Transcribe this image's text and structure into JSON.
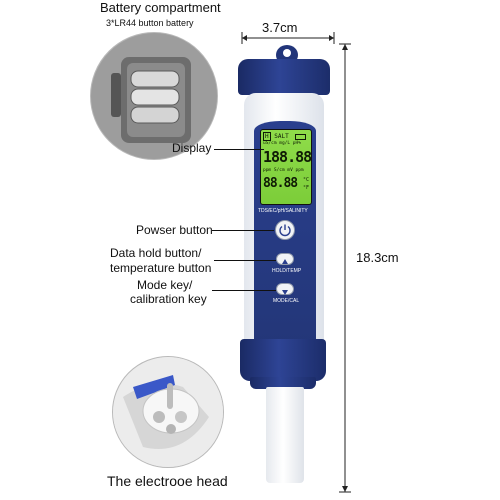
{
  "labels": {
    "battery_title": "Battery compartment",
    "battery_sub": "3*LR44 button battery",
    "width_dim": "3.7cm",
    "height_dim": "18.3cm",
    "display": "Display",
    "power_button": "Powser button",
    "data_hold_line1": "Data hold button/",
    "data_hold_line2": "temperature button",
    "mode_key_line1": "Mode key/",
    "mode_key_line2": "calibration key",
    "electrode_head": "The electrooe head"
  },
  "lcd": {
    "mode_box": "H",
    "mode_text": "SALT",
    "units_top": "uS/cm mg/L pH%",
    "main_reading": "188.88",
    "units_mid": "ppm S/cm mV ppm",
    "temp_reading": "88.88",
    "temp_unit_c": "°C",
    "temp_unit_f": "°F"
  },
  "device_panel": {
    "mode_strip": "TDS/EC/pH/SALINITY",
    "hold_label": "HOLD/TEMP",
    "mode_label": "MODE/CAL"
  },
  "colors": {
    "body_blue": "#2a3f8e",
    "lcd_green": "#8fdc4a",
    "shell_white": "#f4f6f9"
  }
}
